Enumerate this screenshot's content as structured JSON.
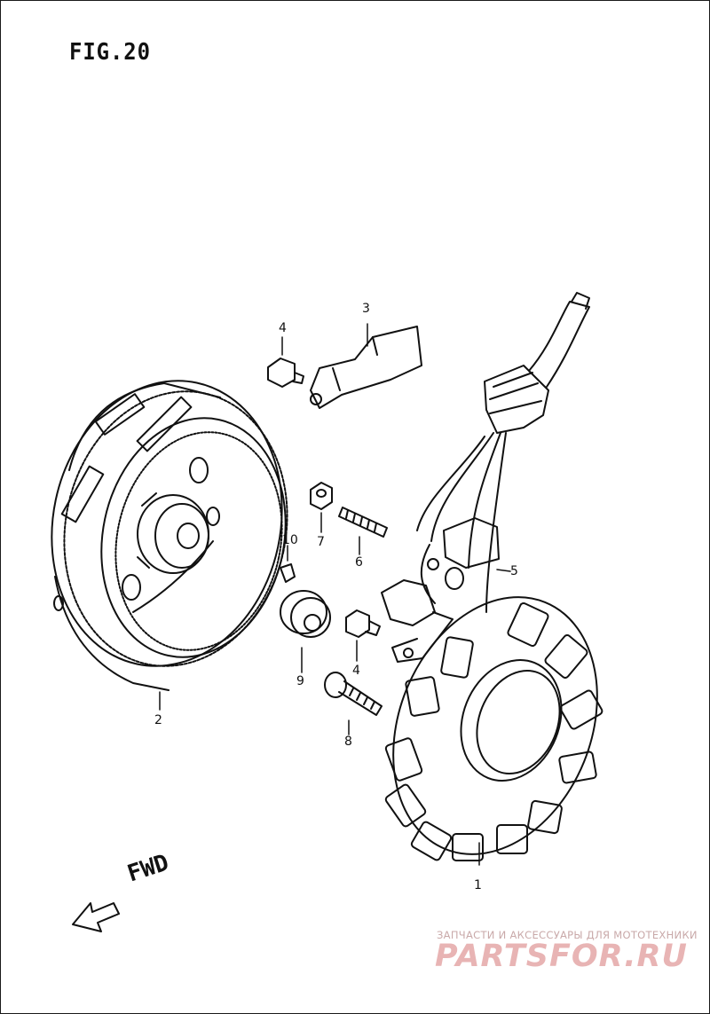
{
  "figure": {
    "title": "FIG.20"
  },
  "callouts": [
    {
      "id": "1",
      "label": "1"
    },
    {
      "id": "2",
      "label": "2"
    },
    {
      "id": "3",
      "label": "3"
    },
    {
      "id": "4a",
      "label": "4"
    },
    {
      "id": "4b",
      "label": "4"
    },
    {
      "id": "5",
      "label": "5"
    },
    {
      "id": "6",
      "label": "6"
    },
    {
      "id": "7",
      "label": "7"
    },
    {
      "id": "8",
      "label": "8"
    },
    {
      "id": "9",
      "label": "9"
    },
    {
      "id": "10",
      "label": "10"
    }
  ],
  "direction": {
    "label": "FWD"
  },
  "watermark": {
    "caption": "ЗАПЧАСТИ И АКСЕССУАРЫ ДЛЯ МОТОТЕХНИКИ",
    "brand": "PARTSFOR.RU"
  }
}
